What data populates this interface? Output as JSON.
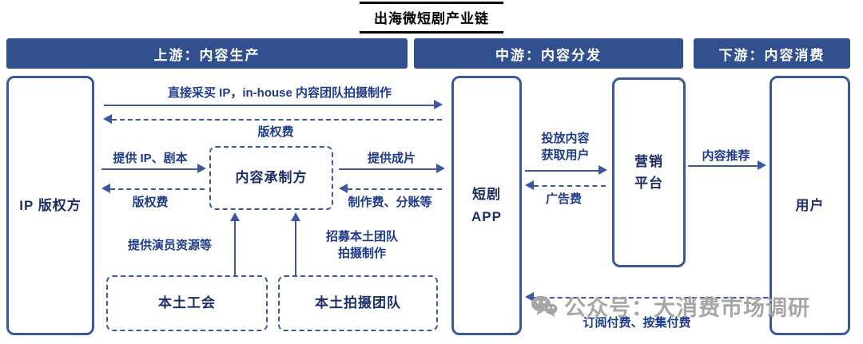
{
  "title": "出海微短剧产业链",
  "colors": {
    "header_bg": "#32508e",
    "line_blue": "#3a57a0",
    "label_text": "#1e3a8a",
    "watermark_gray": "#a6a6a6"
  },
  "headers": {
    "upstream": "上游：内容生产",
    "midstream": "中游：内容分发",
    "downstream": "下游：内容消费"
  },
  "nodes": {
    "ip_holder": "IP 版权方",
    "content_producer": "内容承制方",
    "drama_app": "短剧\nAPP",
    "marketing_platform": "营销\n平台",
    "user": "用户",
    "local_guild": "本土工会",
    "local_film_team": "本土拍摄团队"
  },
  "labels": {
    "direct_purchase": "直接采买 IP，in-house 内容团队拍摄制作",
    "copyright_fee_top": "版权费",
    "provide_ip_script": "提供 IP、剧本",
    "copyright_fee_mid": "版权费",
    "provide_finished_film": "提供成片",
    "production_fee_split": "制作费、分账等",
    "provide_actor_resources": "提供演员资源等",
    "recruit_local_team": "招募本土团队\n拍摄制作",
    "deliver_content_acquire_users": "投放内容\n获取用户",
    "ad_fee": "广告费",
    "content_recommendation": "内容推荐",
    "subscription_payment": "订阅付费、按集付费"
  },
  "watermark": {
    "text": "公众号：大消费市场调研",
    "icon": "wechat-icon"
  }
}
